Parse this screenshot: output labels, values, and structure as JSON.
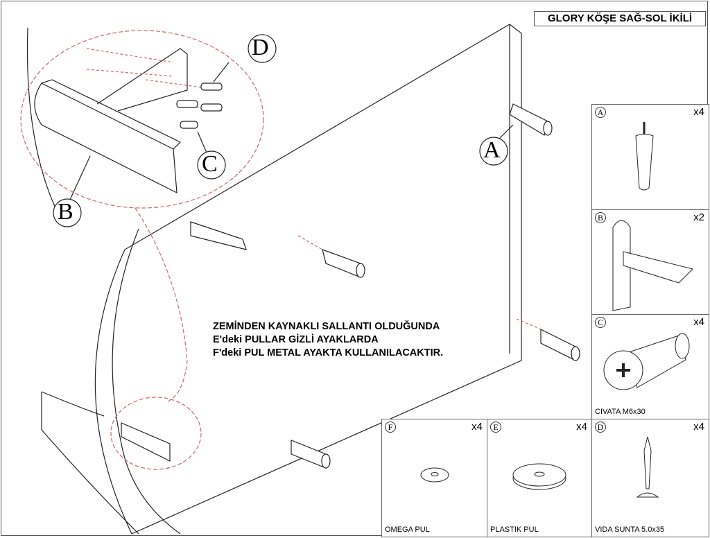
{
  "title": "GLORY KÖŞE SAĞ-SOL İKİLİ",
  "note": [
    "ZEMİNDEN KAYNAKLI SALLANTI OLDUĞUNDA",
    "E'deki PULLAR GİZLİ AYAKLARDA",
    "F'deki PUL METAL AYAKTA KULLANILACAKTIR."
  ],
  "callouts": {
    "a": "A",
    "b": "B",
    "c": "C",
    "d": "D"
  },
  "parts": [
    {
      "label": "A",
      "qty": "x4",
      "name": ""
    },
    {
      "label": "B",
      "qty": "x2",
      "name": ""
    },
    {
      "label": "C",
      "qty": "x4",
      "name": "CIVATA M6x30"
    },
    {
      "label": "F",
      "qty": "x4",
      "name": "OMEGA PUL"
    },
    {
      "label": "E",
      "qty": "x4",
      "name": "PLASTIK PUL"
    },
    {
      "label": "D",
      "qty": "x4",
      "name": "VIDA SUNTA 5.0x35"
    }
  ]
}
